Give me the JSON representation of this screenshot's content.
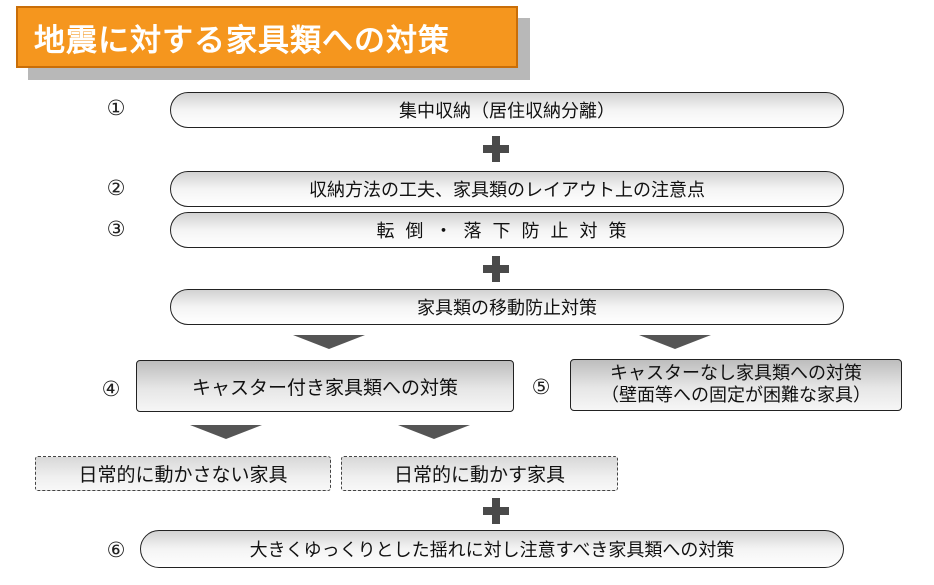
{
  "title": "地震に対する家具類への対策",
  "steps": {
    "n1": "①",
    "n2": "②",
    "n3": "③",
    "n4": "④",
    "n5": "⑤",
    "n6": "⑥"
  },
  "bars": {
    "centralized_storage": "集中収納（居住収納分離）",
    "storage_method": "収納方法の工夫、家具類のレイアウト上の注意点",
    "tip_fall_prevention": "転倒・落下防止対策",
    "movement_prevention": "家具類の移動防止対策",
    "large_slow_shaking": "大きくゆっくりとした揺れに対し注意すべき家具類への対策"
  },
  "boxes": {
    "with_casters": "キャスター付き家具類への対策",
    "without_casters_line1": "キャスターなし家具類への対策",
    "without_casters_line2": "（壁面等への固定が困難な家具）",
    "rarely_moved": "日常的に動かさない家具",
    "frequently_moved": "日常的に動かす家具"
  }
}
